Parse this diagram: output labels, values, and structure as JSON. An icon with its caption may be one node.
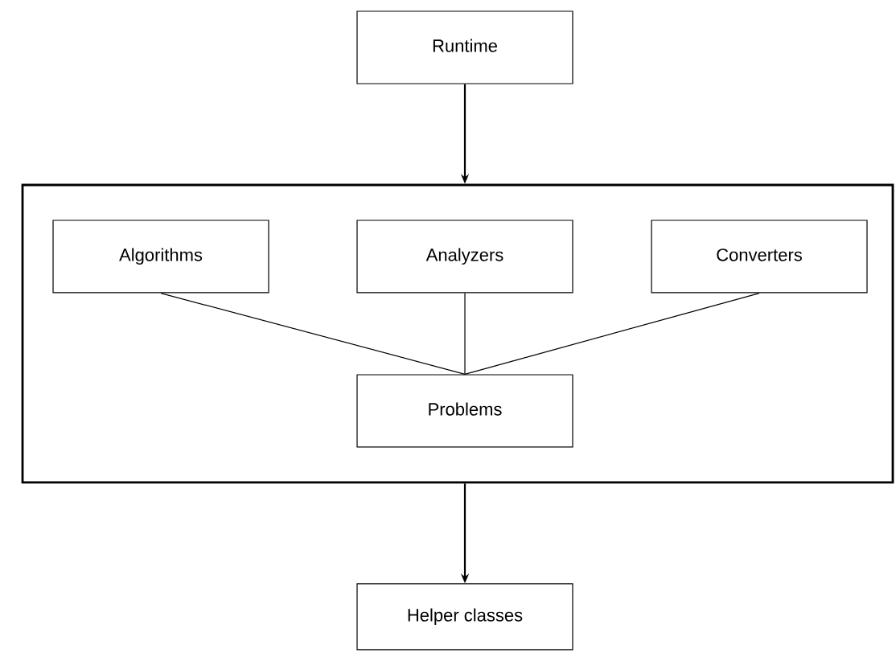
{
  "diagram": {
    "nodes": [
      {
        "text": [
          "Runtime"
        ]
      },
      {
        "text": [],
        "shape": "box"
      },
      {
        "text": [
          "Algorithms"
        ],
        "in": 1
      },
      {
        "text": [
          "Analyzers"
        ],
        "in": 1
      },
      {
        "text": [
          "Converters"
        ],
        "in": 1
      },
      {
        "text": [
          "Problems"
        ],
        "in": 1
      },
      {
        "text": [
          "Helper classes"
        ]
      }
    ],
    "edges": [
      {
        "from": 0,
        "to": 1,
        "arrow": "to"
      },
      {
        "from": 2,
        "to": 5,
        "arrow": "none"
      },
      {
        "from": 3,
        "to": 5,
        "arrow": "none"
      },
      {
        "from": 4,
        "to": 5,
        "arrow": "none"
      },
      {
        "from": 1,
        "to": 6,
        "arrow": "to"
      }
    ]
  }
}
